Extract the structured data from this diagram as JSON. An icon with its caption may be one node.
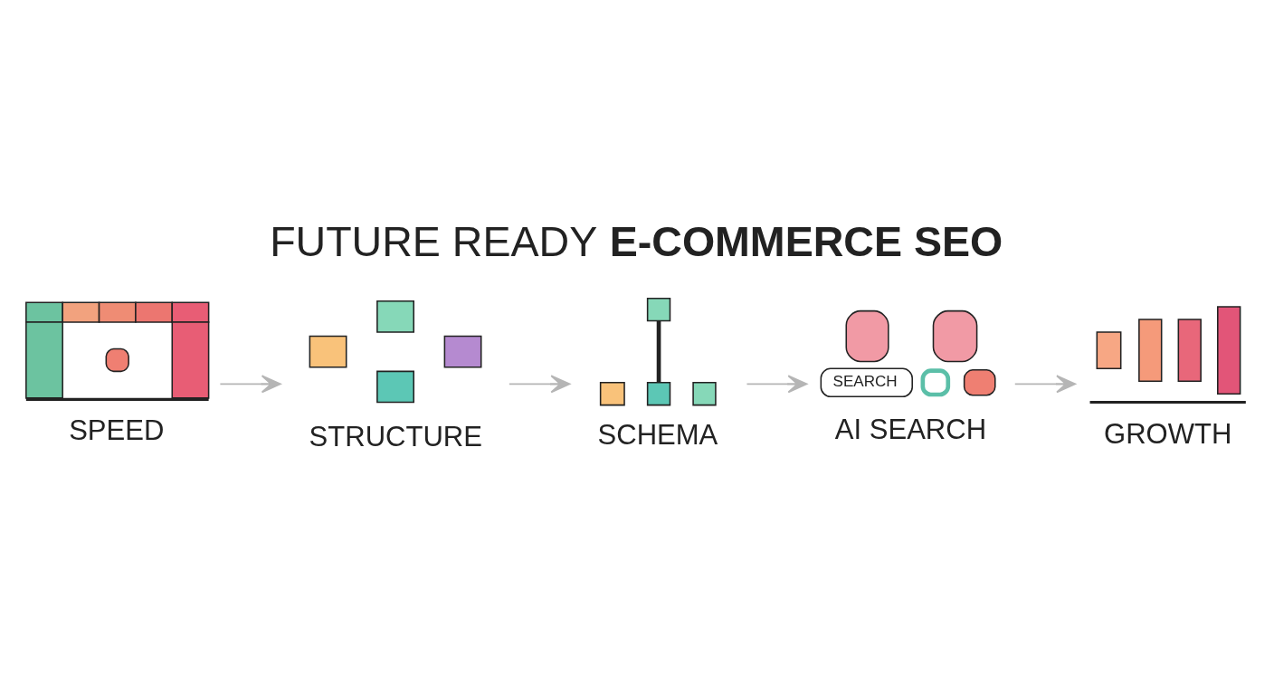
{
  "diagram": {
    "title": "FUTURE READY **E-COMMERCE SEO**",
    "nodes": [
      {
        "text": [
          "SPEED"
        ]
      },
      {
        "text": [
          "STRUCTURE"
        ]
      },
      {
        "text": [
          "SCHEMA"
        ]
      },
      {
        "text": [
          "SEARCH",
          "AI SEARCH"
        ]
      },
      {
        "text": [
          "GROWTH"
        ]
      }
    ],
    "edges": [
      {
        "from": 0,
        "to": 1,
        "arrow": "to"
      },
      {
        "from": 1,
        "to": 2,
        "arrow": "to"
      },
      {
        "from": 2,
        "to": 3,
        "arrow": "to"
      },
      {
        "from": 3,
        "to": 4,
        "arrow": "to"
      }
    ]
  }
}
